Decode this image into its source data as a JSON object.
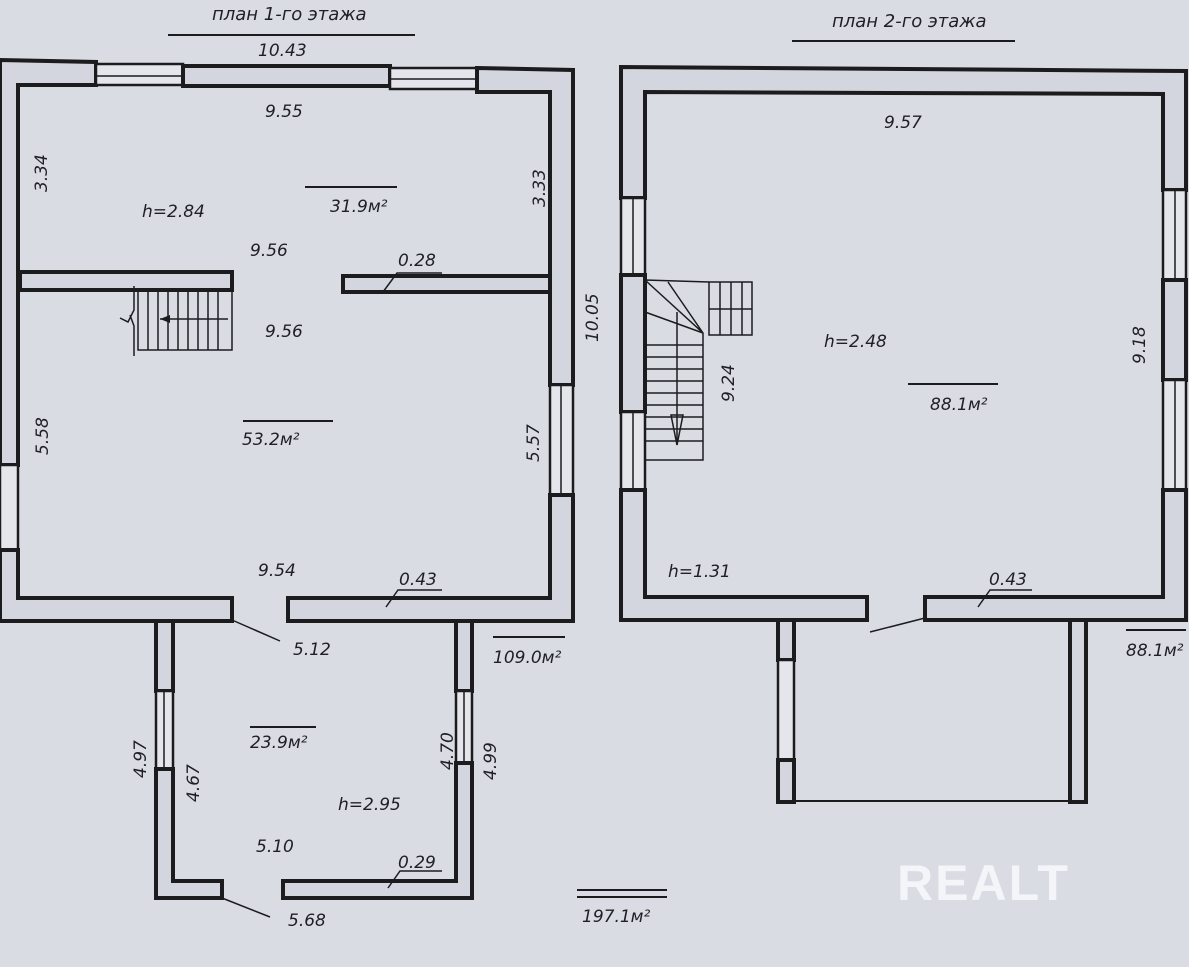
{
  "floor1": {
    "title": "план  1-го этажа",
    "dims": {
      "top_outer": "10.43",
      "top_inner": "9.55",
      "left_upper": "3.34",
      "right_upper": "3.33",
      "mid1": "9.56",
      "mid2": "9.56",
      "partition": "0.28",
      "right_outer": "10.05",
      "left_lower": "5.58",
      "right_lower": "5.57",
      "bottom_inner": "9.54",
      "wall_thickness": "0.43",
      "door": "5.12"
    },
    "height": "h=2.84",
    "room_upper_area": "31.9м²",
    "room_lower_area": "53.2м²",
    "total_area": "109.0м²"
  },
  "porch": {
    "area": "23.9м²",
    "height": "h=2.95",
    "dims": {
      "left_outer": "4.97",
      "left_inner": "4.67",
      "right_inner": "4.70",
      "right_outer": "4.99",
      "bottom_inner": "5.10",
      "wall_thickness": "0.29",
      "bottom_outer": "5.68"
    }
  },
  "floor2": {
    "title": "план  2-го этажа",
    "dims": {
      "top": "9.57",
      "left": "9.24",
      "right": "9.18",
      "wall_thickness": "0.43"
    },
    "height": "h=2.48",
    "height_low": "h=1.31",
    "area": "88.1м²",
    "total_area": "88.1м²"
  },
  "grand_total": "197.1м²",
  "watermark": "REALT"
}
